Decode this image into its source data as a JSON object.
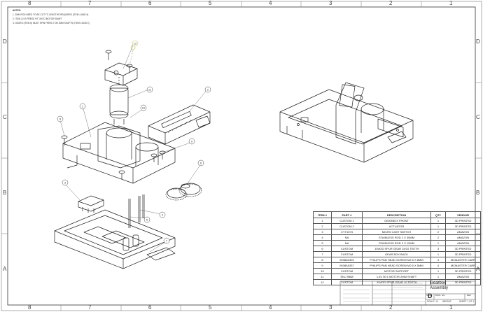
{
  "zones": {
    "top": [
      "8",
      "7",
      "6",
      "5",
      "4",
      "3",
      "2",
      "1"
    ],
    "bottom": [
      "8",
      "7",
      "6",
      "5",
      "4",
      "3",
      "2",
      "1"
    ],
    "left": [
      "D",
      "C",
      "B",
      "A"
    ],
    "right": [
      "D",
      "C",
      "B",
      "A"
    ]
  },
  "notes": {
    "title": "NOTES:",
    "items": [
      "1.    2MM ROD NEED TO BE CUT TO LENGTHS REQUIRED (ITEM 4 AND 5)",
      "2.    ITEM 12 IS PRESS FIT ONTO MOTOR SHAFT",
      "3.    GEARS (ITEM 6) MUST SPIN FREELY ON 2MM SHAFTS (ITEM 4 AND 5)"
    ]
  },
  "callouts": [
    "12",
    "11",
    "1",
    "2",
    "3",
    "4",
    "5",
    "6",
    "7",
    "8",
    "9",
    "10"
  ],
  "bom": {
    "headers": [
      "ITEM #",
      "PART #",
      "DESCRIPTION",
      "QTY",
      "VENDOR"
    ],
    "rows": [
      [
        "1",
        "CUSTOM 1",
        "GEARBOX FRONT",
        "1",
        "3D PRINTED"
      ],
      [
        "2",
        "CUSTOM 2",
        "ACTUATOR",
        "1",
        "3D PRINTED"
      ],
      [
        "3",
        "CYT1073",
        "MICRO LIMIT SWITCH",
        "2",
        "AMAZON"
      ],
      [
        "4",
        "NA",
        "STAINLESS ROD 2 X 30MM",
        "2",
        "AMAZON"
      ],
      [
        "5",
        "NA",
        "STAINLESS ROD 2 X 19MM",
        "1",
        "AMAZON"
      ],
      [
        "6",
        "CUSTOM",
        ".8 MOD SPUR GEAR 24/10 TEETH",
        "3",
        "3D PRINTED"
      ],
      [
        "7",
        "CUSTOM",
        "GEAR BOX BACK",
        "1",
        "3D PRINTED"
      ],
      [
        "8",
        "90380A339",
        "PHILIPS PAN HEAD SCREW M2.5 X 8MM",
        "4",
        "MCMASTER CARR"
      ],
      [
        "9",
        "90380A337",
        "PHILIPS PAN HEAD SCREW M2.5 X 5MM",
        "4",
        "MCMASTER CARR"
      ],
      [
        "10",
        "CUSTOM",
        "MOTOR SUPPORT",
        "1",
        "3D PRINTED"
      ],
      [
        "11",
        "SKU 9568",
        "1.4V 50:1 MOTOR 2MM SHAFT",
        "1",
        "AMAZON"
      ],
      [
        "12",
        "CUSTOM",
        ".8 MOD SPUR GEAR 10 TEETH",
        "1",
        "3D PRINTED"
      ]
    ]
  },
  "title_block": {
    "title_line1": "Gearbox",
    "title_line2": "Assembly",
    "size_label": "SIZE",
    "dwg_label": "DWG. NO.",
    "rev_label": "REV",
    "size": "D",
    "scale": "SCALE: 1:1",
    "weight": "WEIGHT:",
    "sheet": "SHEET 1 OF 1"
  }
}
